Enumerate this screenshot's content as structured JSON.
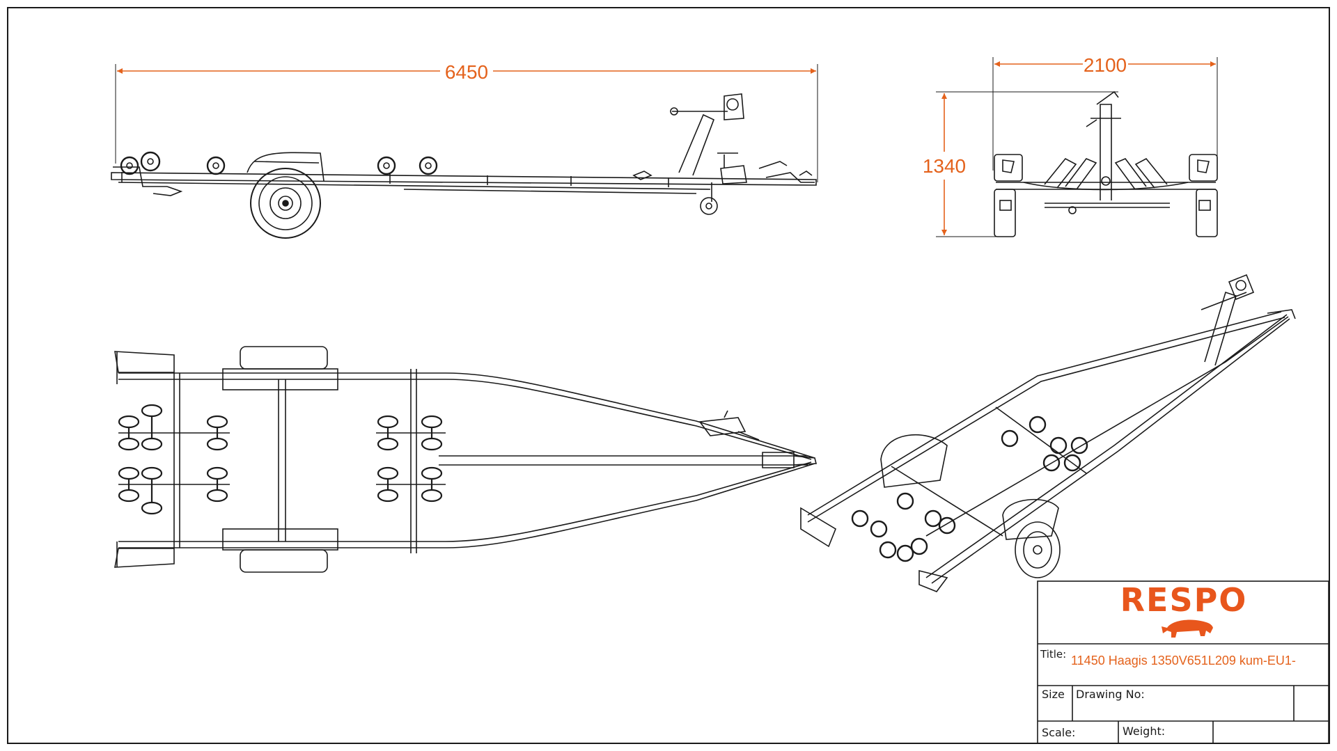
{
  "dimensions": {
    "length": "6450",
    "width": "2100",
    "height": "1340"
  },
  "title_block": {
    "logo_text": "RESPO",
    "title_label": "Title:",
    "title_value": "11450 Haagis 1350V651L209 kum-EU1-",
    "size_label": "Size",
    "drawing_no_label": "Drawing No:",
    "scale_label": "Scale:",
    "weight_label": "Weight:"
  },
  "colors": {
    "dimension": "#e4621c",
    "brand": "#e8561c",
    "line": "#1a1a1a"
  },
  "icons": {
    "logo_mark": "rhino-icon"
  }
}
